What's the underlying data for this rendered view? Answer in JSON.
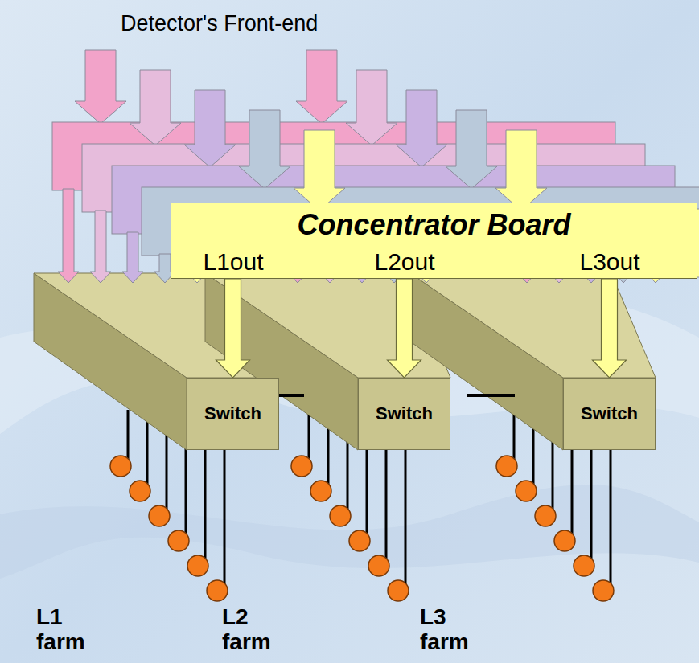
{
  "diagram": {
    "title": "Detector's Front-end",
    "nodes": [
      {
        "text": [
          "Concentrator Board",
          "L1out",
          "L2out",
          "L3out"
        ]
      },
      {
        "text": [
          "Switch"
        ]
      },
      {
        "text": [
          "Switch"
        ]
      },
      {
        "text": [
          "Switch"
        ]
      }
    ],
    "edges": [
      {
        "from": 0,
        "to": 1,
        "arrow": "to"
      },
      {
        "from": 0,
        "to": 2,
        "arrow": "to"
      },
      {
        "from": 0,
        "to": 3,
        "arrow": "to"
      }
    ],
    "labels": [
      "L1 farm",
      "L2 farm",
      "L3 farm"
    ]
  }
}
